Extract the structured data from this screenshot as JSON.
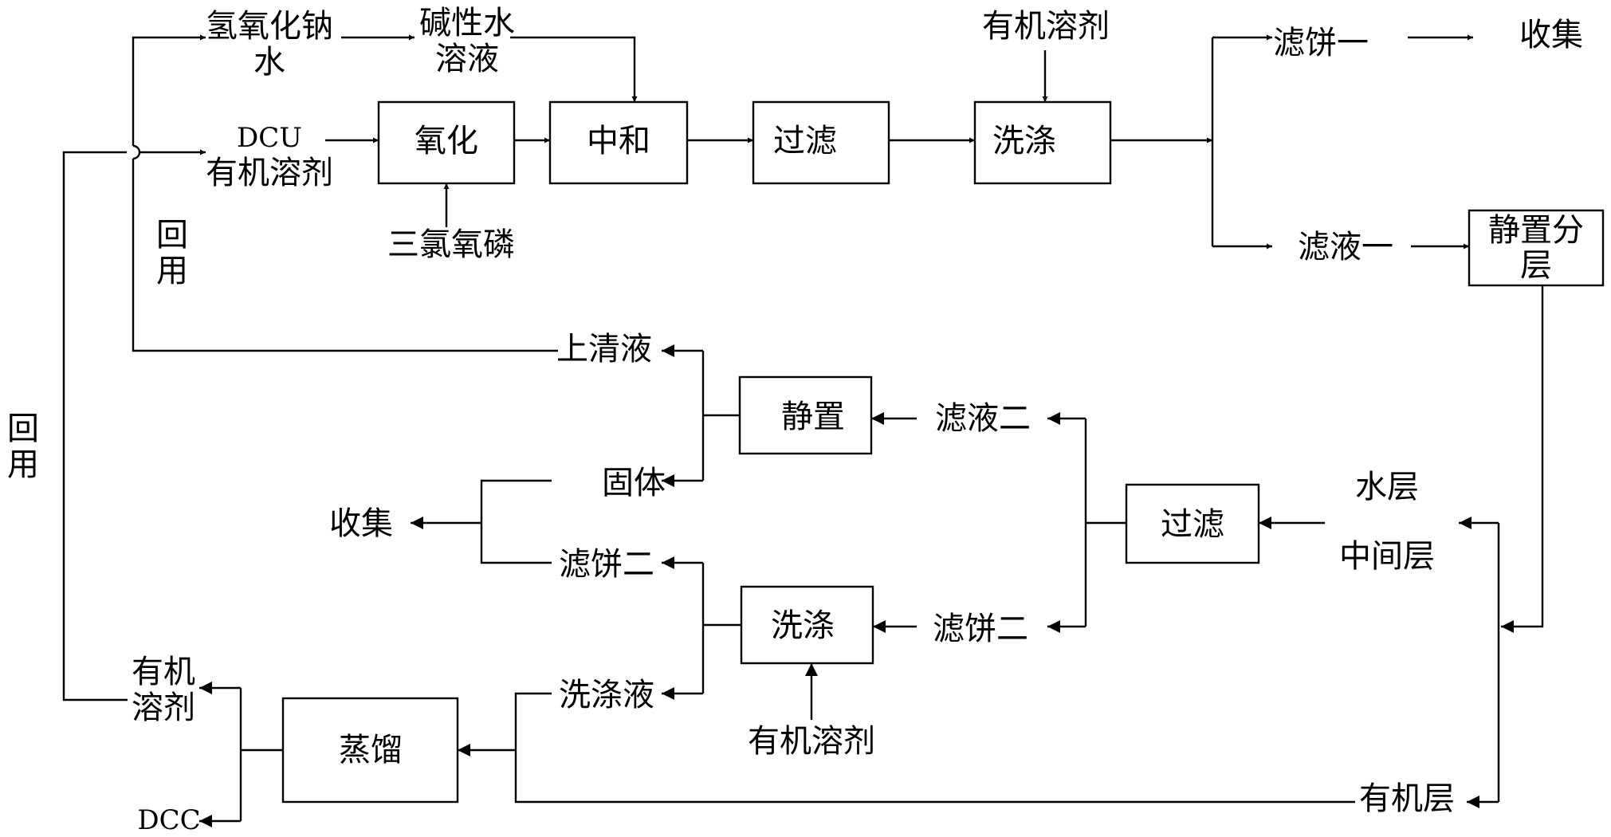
{
  "process": {
    "oxidation": "氧化",
    "neutralization": "中和",
    "filtration_1": "过滤",
    "washing_1": "洗涤",
    "standing_layering_1": "静置分",
    "standing_layering_2": "层",
    "standing": "静置",
    "filtration_2": "过滤",
    "washing_2": "洗涤",
    "distillation": "蒸馏"
  },
  "materials": {
    "naoh_line1": "氢氧化钠",
    "naoh_line2": "水",
    "alkaline_line1": "碱性水",
    "alkaline_line2": "溶液",
    "dcu": "DCU",
    "organic_solvent_feed": "有机溶剂",
    "pocl3": "三氯氧磷",
    "organic_solvent_wash1": "有机溶剂",
    "filter_cake_1": "滤饼一",
    "collect_1": "收集",
    "filtrate_1": "滤液一",
    "supernatant": "上清液",
    "solid": "固体",
    "collect_2": "收集",
    "filter_cake_2_out": "滤饼二",
    "washing_liquid": "洗涤液",
    "organic_solvent_out_line1": "有机",
    "organic_solvent_out_line2": "溶剂",
    "dcc": "DCC",
    "filtrate_2": "滤液二",
    "filter_cake_2_in": "滤饼二",
    "organic_solvent_wash2": "有机溶剂",
    "water_layer": "水层",
    "middle_layer": "中间层",
    "organic_layer": "有机层"
  },
  "recycle": {
    "inner_line1": "回",
    "inner_line2": "用",
    "outer_line1": "回",
    "outer_line2": "用"
  }
}
